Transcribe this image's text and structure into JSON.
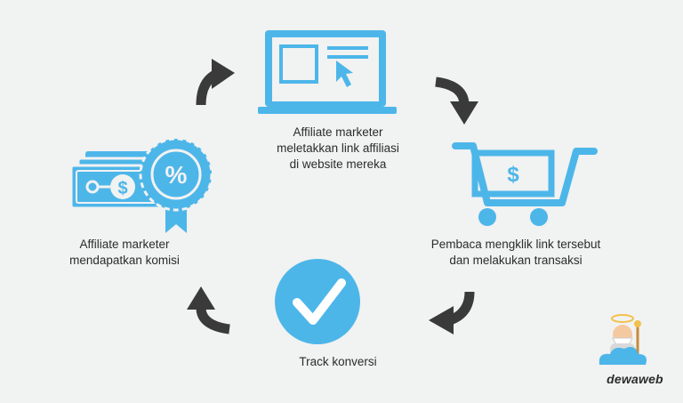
{
  "steps": {
    "publish": "Affiliate marketer\nmeletakkan link affiliasi\ndi website mereka",
    "transaction": "Pembaca mengklik link tersebut\ndan melakukan transaksi",
    "track": "Track konversi",
    "commission": "Affiliate marketer\nmendapatkan komisi"
  },
  "brand": {
    "name": "dewaweb"
  },
  "icons": {
    "publish": "laptop-cursor-icon",
    "transaction": "shopping-cart-dollar-icon",
    "track": "checkmark-badge-icon",
    "commission": "money-percent-badge-icon"
  },
  "colors": {
    "accent": "#4db6e9",
    "arrow": "#3a3a3a",
    "text": "#2b2b2b",
    "background": "#f1f2f2"
  }
}
